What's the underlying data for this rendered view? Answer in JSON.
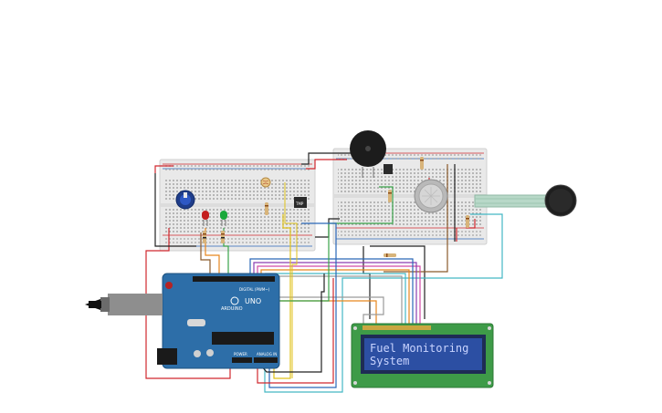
{
  "lcd": {
    "line1": "Fuel Monitoring",
    "line2": "System"
  },
  "arduino": {
    "brand": "ARDUINO",
    "model": "UNO",
    "digital_label": "DIGITAL (PWM~)",
    "power_label": "POWER",
    "analog_label": "ANALOG IN"
  },
  "sensor_label": "TMP",
  "colors": {
    "breadboard": "#e8e8e8",
    "arduino": "#2d6ea8",
    "lcd_board": "#3e9b48",
    "lcd_screen": "#2c4fa3",
    "fsr": "#222222",
    "wire_red": "#d0282e",
    "wire_black": "#222222",
    "wire_blue": "#2a67b8",
    "wire_yellow": "#e0c21a",
    "wire_orange": "#e6871f",
    "wire_teal": "#43b8c4",
    "wire_purple": "#8a3fb0",
    "wire_pink": "#d14aa6",
    "wire_brown": "#8a5a2b",
    "wire_green": "#3aa34a",
    "wire_gray": "#9a9a9a"
  }
}
